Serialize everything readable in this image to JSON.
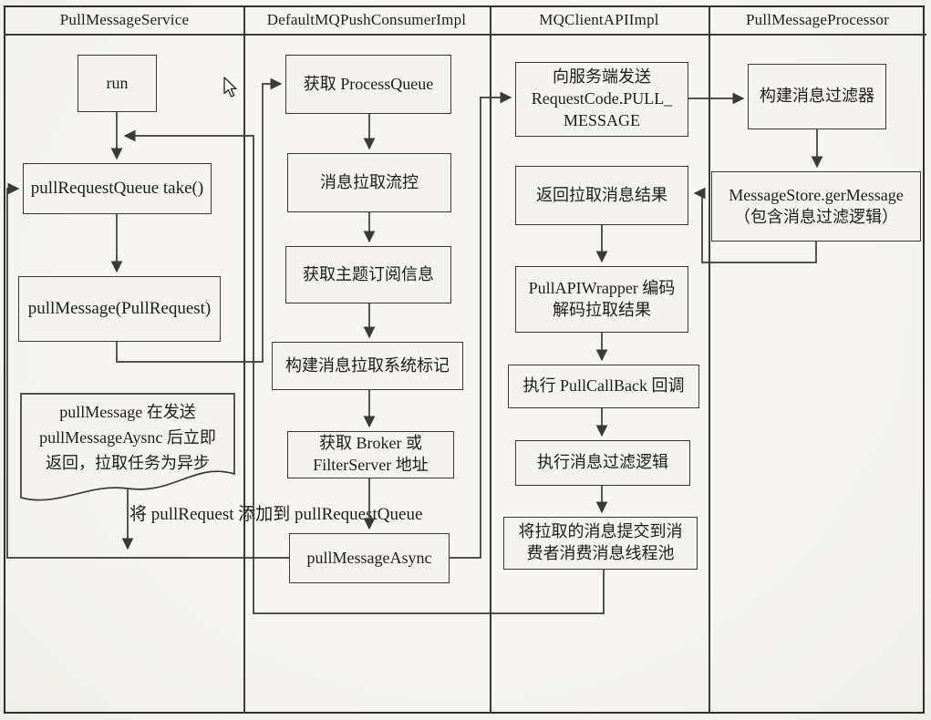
{
  "diagram": {
    "paper_color": "#f4f3ef",
    "line_color": "#3a3a3a",
    "lanes": [
      {
        "title": "PullMessageService"
      },
      {
        "title": "DefaultMQPushConsumerImpl"
      },
      {
        "title": "MQClientAPIImpl"
      },
      {
        "title": "PullMessageProcessor"
      }
    ],
    "nodes": {
      "run": "run",
      "take": "pullRequestQueue take()",
      "pull_message": "pullMessage(PullRequest)",
      "note": "pullMessage 在发送\npullMessageAysnc 后立即\n返回，拉取任务为异步",
      "get_process_queue": "获取 ProcessQueue",
      "flow_control": "消息拉取流控",
      "get_subscription": "获取主题订阅信息",
      "build_sysflag": "构建消息拉取系统标记",
      "get_broker": "获取 Broker 或\nFilterServer 地址",
      "pull_message_async": "pullMessageAsync",
      "send_request": "向服务端发送\nRequestCode.PULL_\nMESSAGE",
      "return_result": "返回拉取消息结果",
      "wrapper_decode": "PullAPIWrapper 编码\n解码拉取结果",
      "exec_callback": "执行 PullCallBack 回调",
      "exec_filter": "执行消息过滤逻辑",
      "submit_pool": "将拉取的消息提交到消\n费者消费消息线程池",
      "build_filter": "构建消息过滤器",
      "message_store": "MessageStore.gerMessage\n（包含消息过滤逻辑）"
    },
    "labels": {
      "add_to_queue": "将 pullRequest 添加到 pullRequestQueue"
    }
  }
}
